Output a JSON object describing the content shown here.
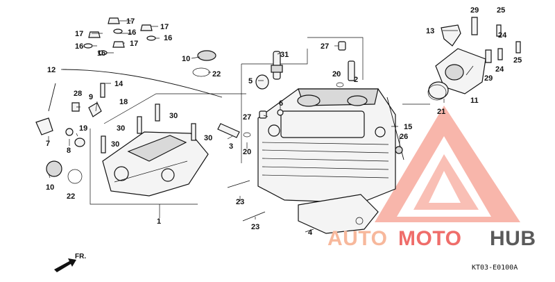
{
  "diagram": {
    "code": "KT03-E0100A",
    "front_marker": "FR.",
    "watermark": {
      "part1": "AUTO",
      "part2": "MOTO",
      "part3": "HUB",
      "color_light": "#f7b89c",
      "color_mid": "#ef6d6a",
      "color_dark": "#5a5a5a"
    },
    "callouts": {
      "c1": "1",
      "c2": "2",
      "c3": "3",
      "c4": "4",
      "c5": "5",
      "c6": "6",
      "c7": "7",
      "c8": "8",
      "c9": "9",
      "c10a": "10",
      "c10b": "10",
      "c11": "11",
      "c12": "12",
      "c13": "13",
      "c14": "14",
      "c15": "15",
      "c16a": "16",
      "c16b": "16",
      "c16c": "16",
      "c16d": "16",
      "c17a": "17",
      "c17b": "17",
      "c17c": "17",
      "c17d": "17",
      "c18": "18",
      "c19": "19",
      "c20a": "20",
      "c20b": "20",
      "c21": "21",
      "c22a": "22",
      "c22b": "22",
      "c23a": "23",
      "c23b": "23",
      "c24a": "24",
      "c24b": "24",
      "c25a": "25",
      "c25b": "25",
      "c26": "26",
      "c27a": "27",
      "c27b": "27",
      "c28": "28",
      "c29a": "29",
      "c29b": "29",
      "c30a": "30",
      "c30b": "30",
      "c30c": "30",
      "c30d": "30",
      "c31": "31"
    }
  }
}
